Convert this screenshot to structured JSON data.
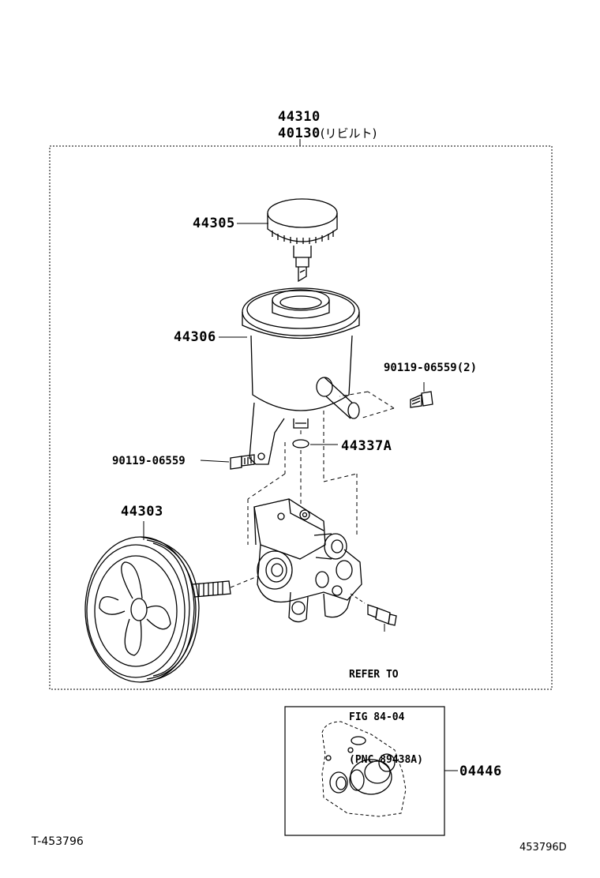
{
  "assembly": {
    "part_number": "44310",
    "rebuilt_part_number": "40130",
    "rebuilt_note": "(リビルト)"
  },
  "parts": {
    "cap": "44305",
    "reservoir": "44306",
    "bolt_right": "90119-06559(2)",
    "oring": "44337A",
    "bolt_left": "90119-06559",
    "pulley": "44303",
    "gasket_kit": "04446"
  },
  "reference": {
    "line1": "REFER TO",
    "line2": "FIG 84-04",
    "line3": "(PNC 89438A)"
  },
  "footer": {
    "left_code": "T-453796",
    "right_code": "453796D"
  }
}
